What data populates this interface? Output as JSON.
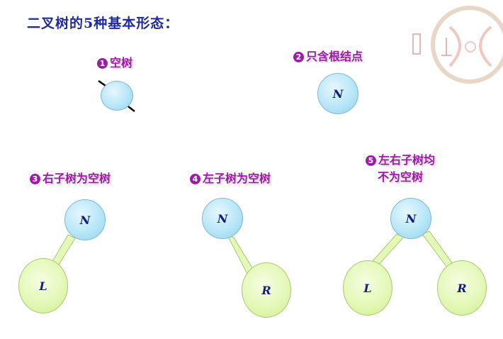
{
  "title": "二叉树的5种基本形态：",
  "forms": [
    {
      "num": "1",
      "label": "空树"
    },
    {
      "num": "2",
      "label": "只含根结点",
      "root": "N"
    },
    {
      "num": "3",
      "label": "右子树为空树",
      "root": "N",
      "left": "L"
    },
    {
      "num": "4",
      "label": "左子树为空树",
      "root": "N",
      "right": "R"
    },
    {
      "num": "5",
      "label_line1": "左右子树均",
      "label_line2": "不为空树",
      "root": "N",
      "left": "L",
      "right": "R"
    }
  ],
  "colors": {
    "title": "#1f2a9c",
    "label": "#a01aa8",
    "root_fill": "#b8e6f8",
    "child_fill": "#e4f8b8",
    "node_text": "#10207a"
  }
}
